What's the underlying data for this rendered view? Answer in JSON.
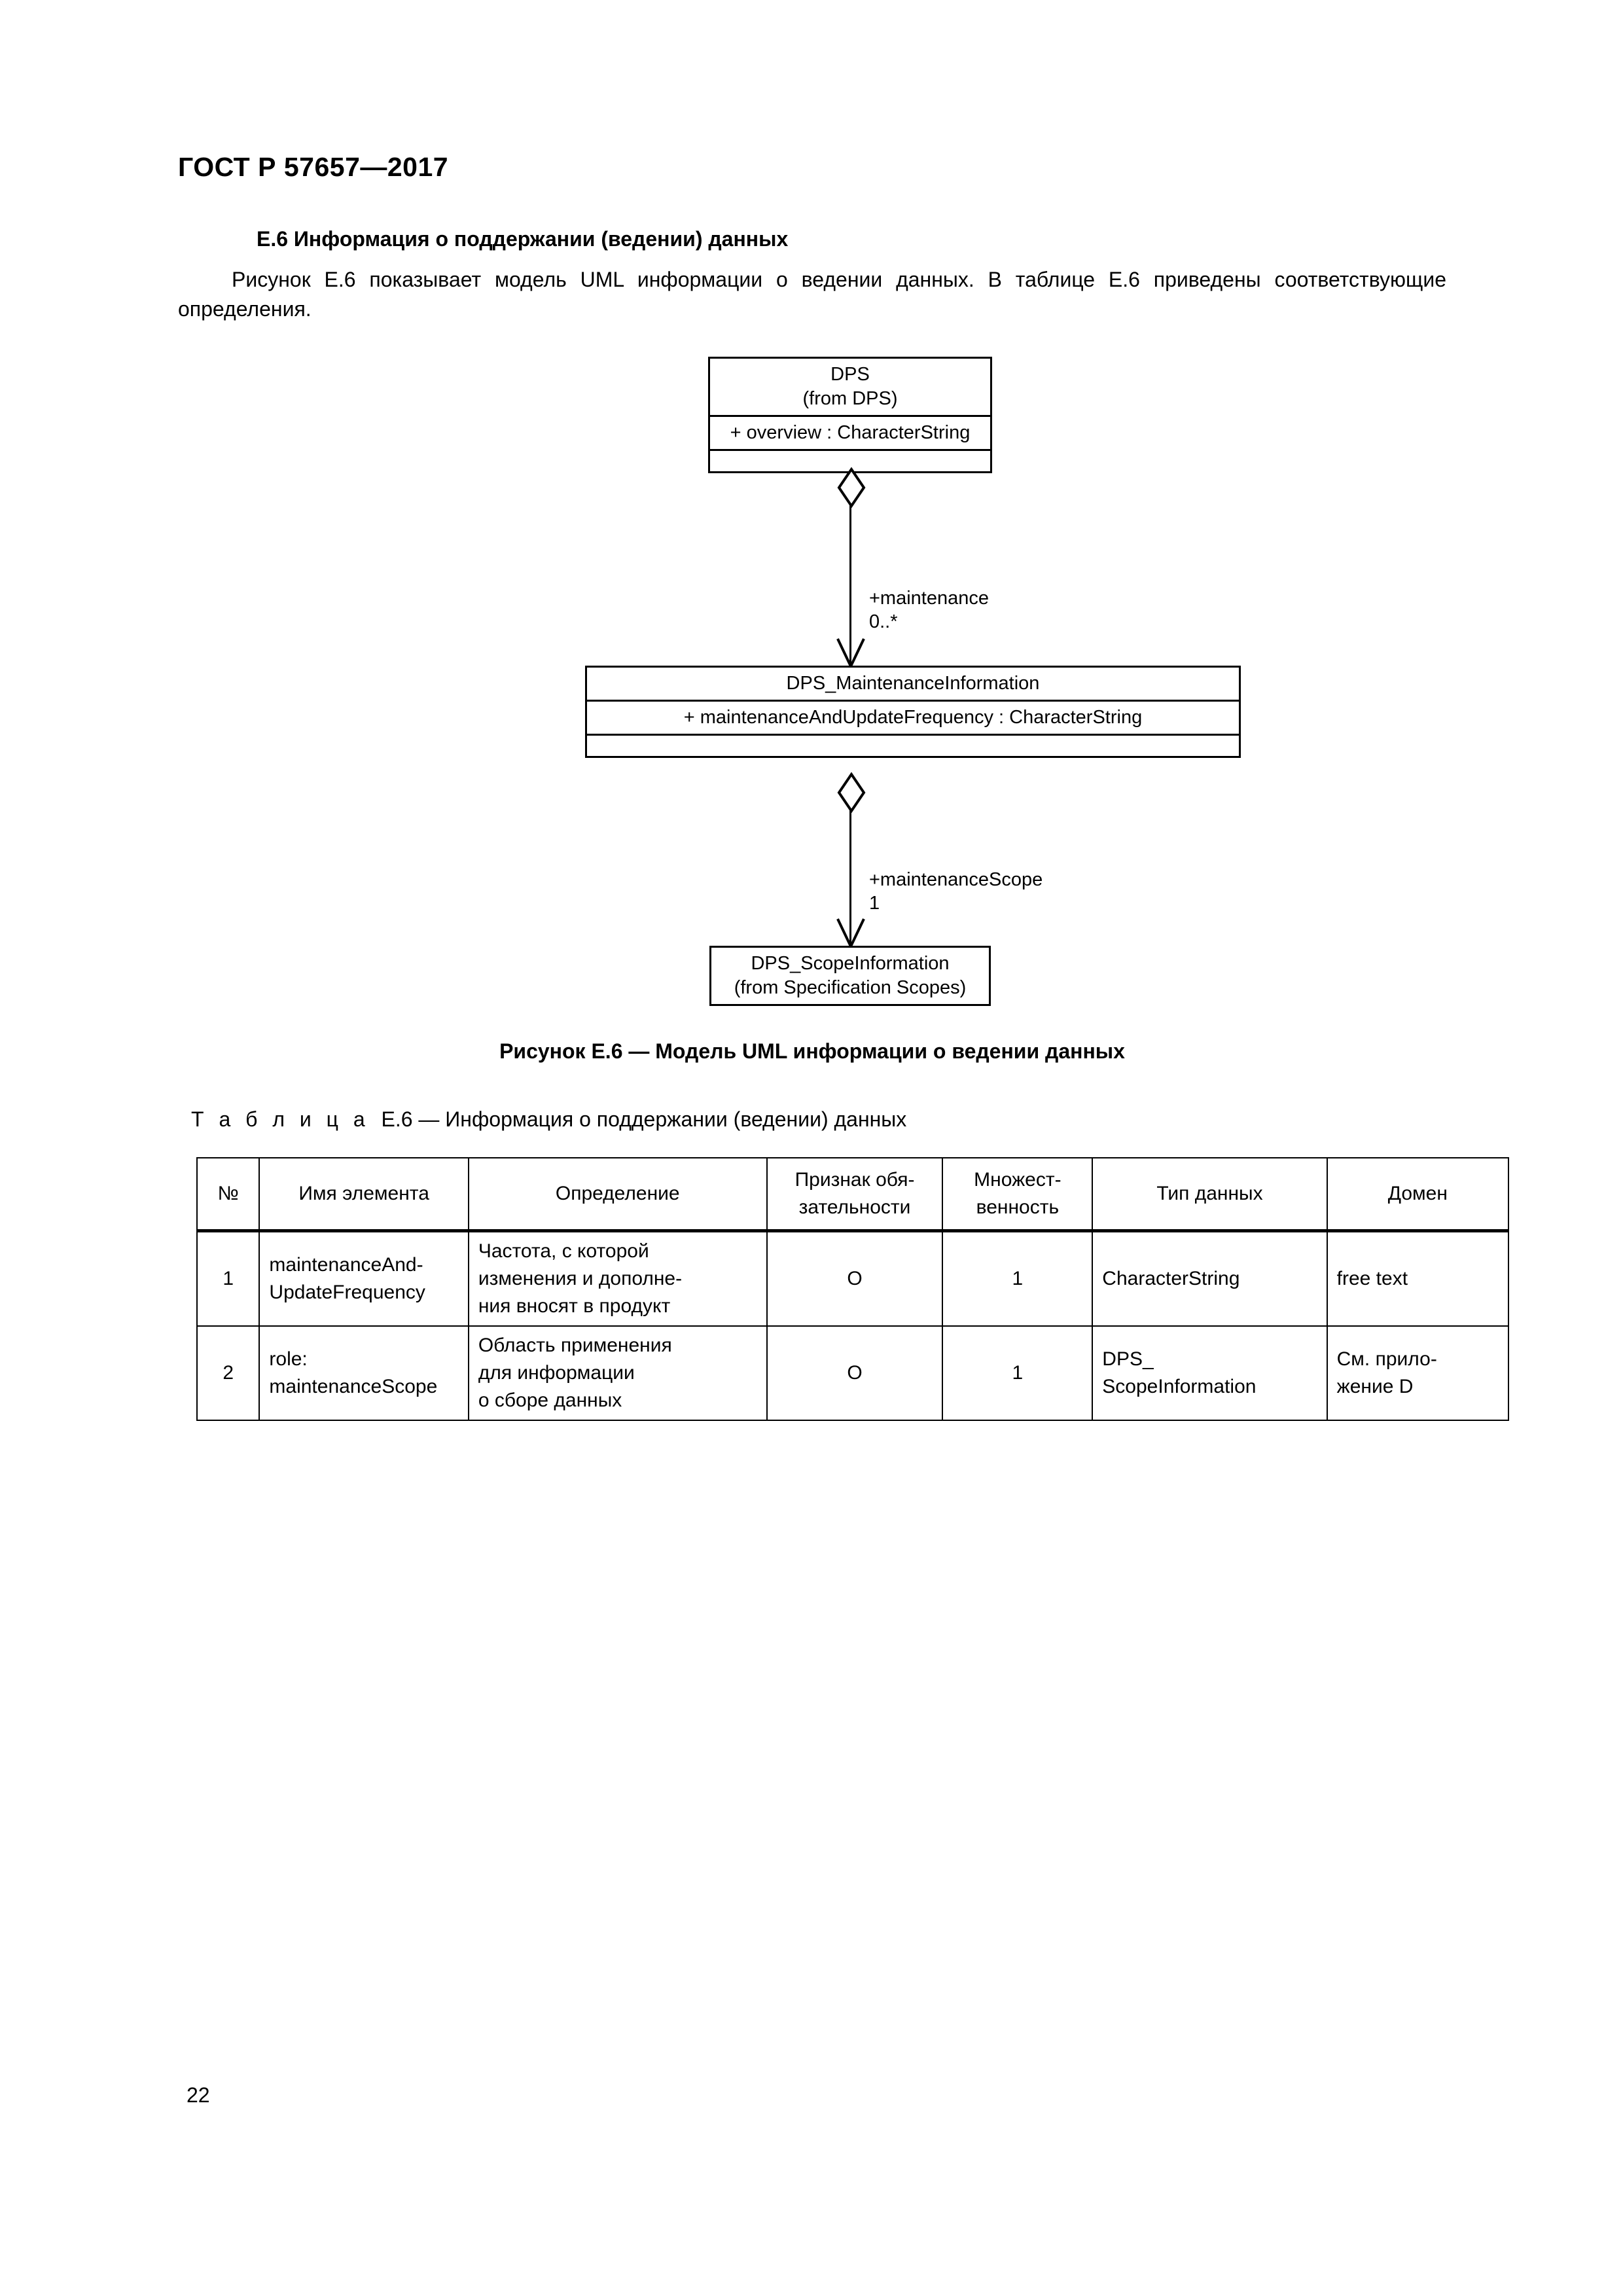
{
  "document": {
    "running_header": "ГОСТ Р 57657—2017",
    "page_number": "22"
  },
  "section": {
    "heading": "E.6 Информация о поддержании (ведении) данных",
    "paragraph": "Рисунок Е.6 показывает модель UML информации о ведении данных. В таблице Е.6 приведены соответствующие определения."
  },
  "figure": {
    "caption": "Рисунок Е.6 — Модель UML информации о ведении данных",
    "diagram": {
      "type": "uml-class-diagram",
      "classes": [
        {
          "id": "dps",
          "name": "DPS",
          "package": "(from DPS)",
          "attributes": [
            "+ overview : CharacterString"
          ],
          "operations": []
        },
        {
          "id": "maintenance_information",
          "name": "DPS_MaintenanceInformation",
          "package": "",
          "attributes": [
            "+ maintenanceAndUpdateFrequency : CharacterString"
          ],
          "operations": []
        },
        {
          "id": "scope_information",
          "name": "DPS_ScopeInformation",
          "package": "(from Specification Scopes)",
          "attributes": [],
          "operations": []
        }
      ],
      "associations": [
        {
          "from": "dps",
          "to": "maintenance_information",
          "kind": "aggregation",
          "role": "+maintenance",
          "multiplicity": "0..*"
        },
        {
          "from": "maintenance_information",
          "to": "scope_information",
          "kind": "aggregation",
          "role": "+maintenanceScope",
          "multiplicity": "1"
        }
      ]
    }
  },
  "table": {
    "caption_label": "Т а б л и ц а",
    "caption_number": "E.6",
    "caption_title": "— Информация о поддержании (ведении) данных",
    "headers": [
      "№",
      "Имя элемента",
      "Определение",
      "Признак обя-\nзательности",
      "Множест-\nвенность",
      "Тип данных",
      "Домен"
    ],
    "rows": [
      {
        "num": "1",
        "name": "maintenanceAnd-\nUpdateFrequency",
        "definition": "Частота, с которой\nизменения и дополне-\nния вносят в продукт",
        "obligation": "О",
        "multiplicity": "1",
        "data_type": "CharacterString",
        "domain": "free text"
      },
      {
        "num": "2",
        "name": "role:\nmaintenanceScope",
        "definition": "Область применения\nдля информации\nо сборе данных",
        "obligation": "О",
        "multiplicity": "1",
        "data_type": "DPS_\nScopeInformation",
        "domain": "См. прило-\nжение D"
      }
    ]
  }
}
